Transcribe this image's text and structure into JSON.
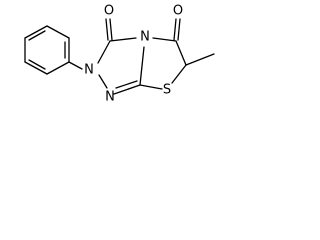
{
  "structure": {
    "atoms": {
      "o_top_left": "O",
      "o_top_right": "O",
      "n_ring_fusion": "N",
      "n_phenyl": "N",
      "n_bottom": "N",
      "s_ring": "S"
    }
  },
  "colors": {
    "stroke": "#000000",
    "background": "#ffffff"
  }
}
